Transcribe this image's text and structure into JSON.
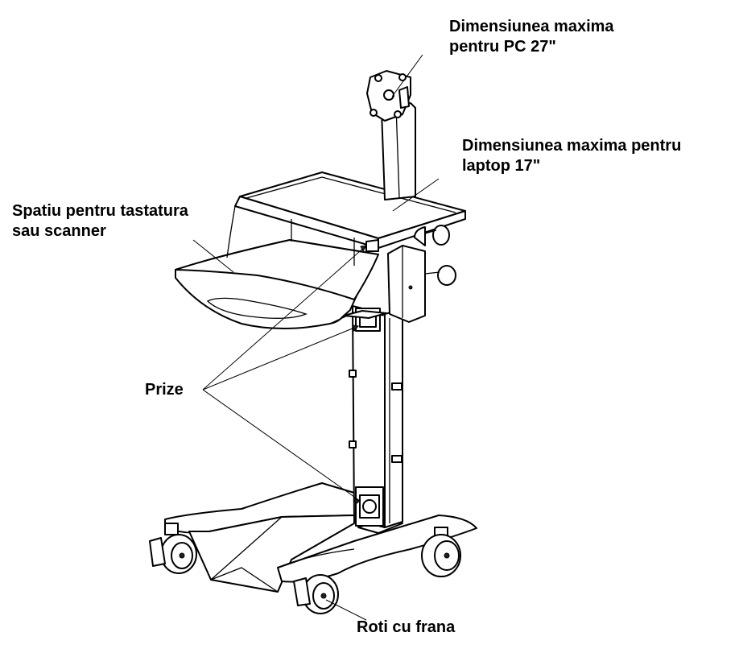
{
  "labels": {
    "monitor": {
      "line1": "Dimensiunea maxima",
      "line2": "pentru PC 27\""
    },
    "laptop": {
      "line1": "Dimensiunea maxima pentru",
      "line2": "laptop 17\""
    },
    "keyboard": {
      "line1": "Spatiu pentru tastatura",
      "line2": "sau scanner"
    },
    "sockets": "Prize",
    "wheels": "Roti cu frana"
  },
  "colors": {
    "stroke": "#000000",
    "background": "#ffffff"
  }
}
